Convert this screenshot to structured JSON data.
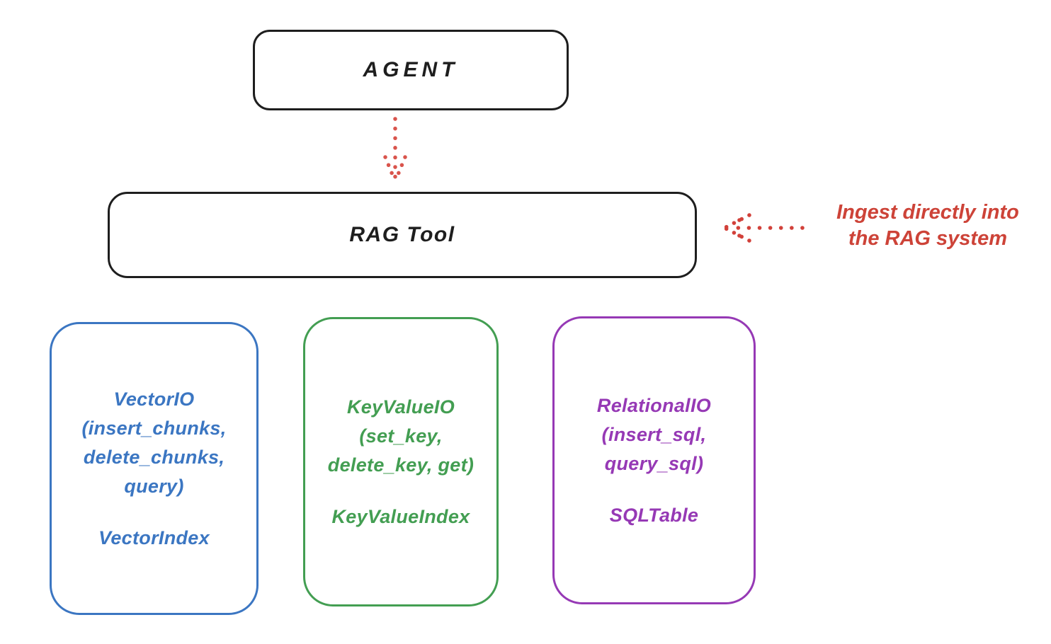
{
  "diagram": {
    "agent": {
      "label": "AGENT"
    },
    "rag_tool": {
      "label": "RAG Tool"
    },
    "annotation": {
      "line1": "Ingest directly into",
      "line2": "the RAG system"
    },
    "io_boxes": [
      {
        "title": "VectorIO",
        "methods": [
          "(insert_chunks,",
          "delete_chunks,",
          "query)"
        ],
        "index_label": "VectorIndex",
        "color": "#3b76c2"
      },
      {
        "title": "KeyValueIO",
        "methods": [
          "(set_key,",
          "delete_key, get)"
        ],
        "index_label": "KeyValueIndex",
        "color": "#439e52"
      },
      {
        "title": "RelationalIO",
        "methods": [
          "(insert_sql,",
          "query_sql)"
        ],
        "index_label": "SQLTable",
        "color": "#9639b5"
      }
    ],
    "colors": {
      "stroke": "#1e1e1e",
      "red_arrow": "#d2413a",
      "red_text": "#cd4338",
      "blue": "#3b76c2",
      "green": "#439e52",
      "purple": "#9639b5",
      "background": "#ffffff"
    }
  }
}
